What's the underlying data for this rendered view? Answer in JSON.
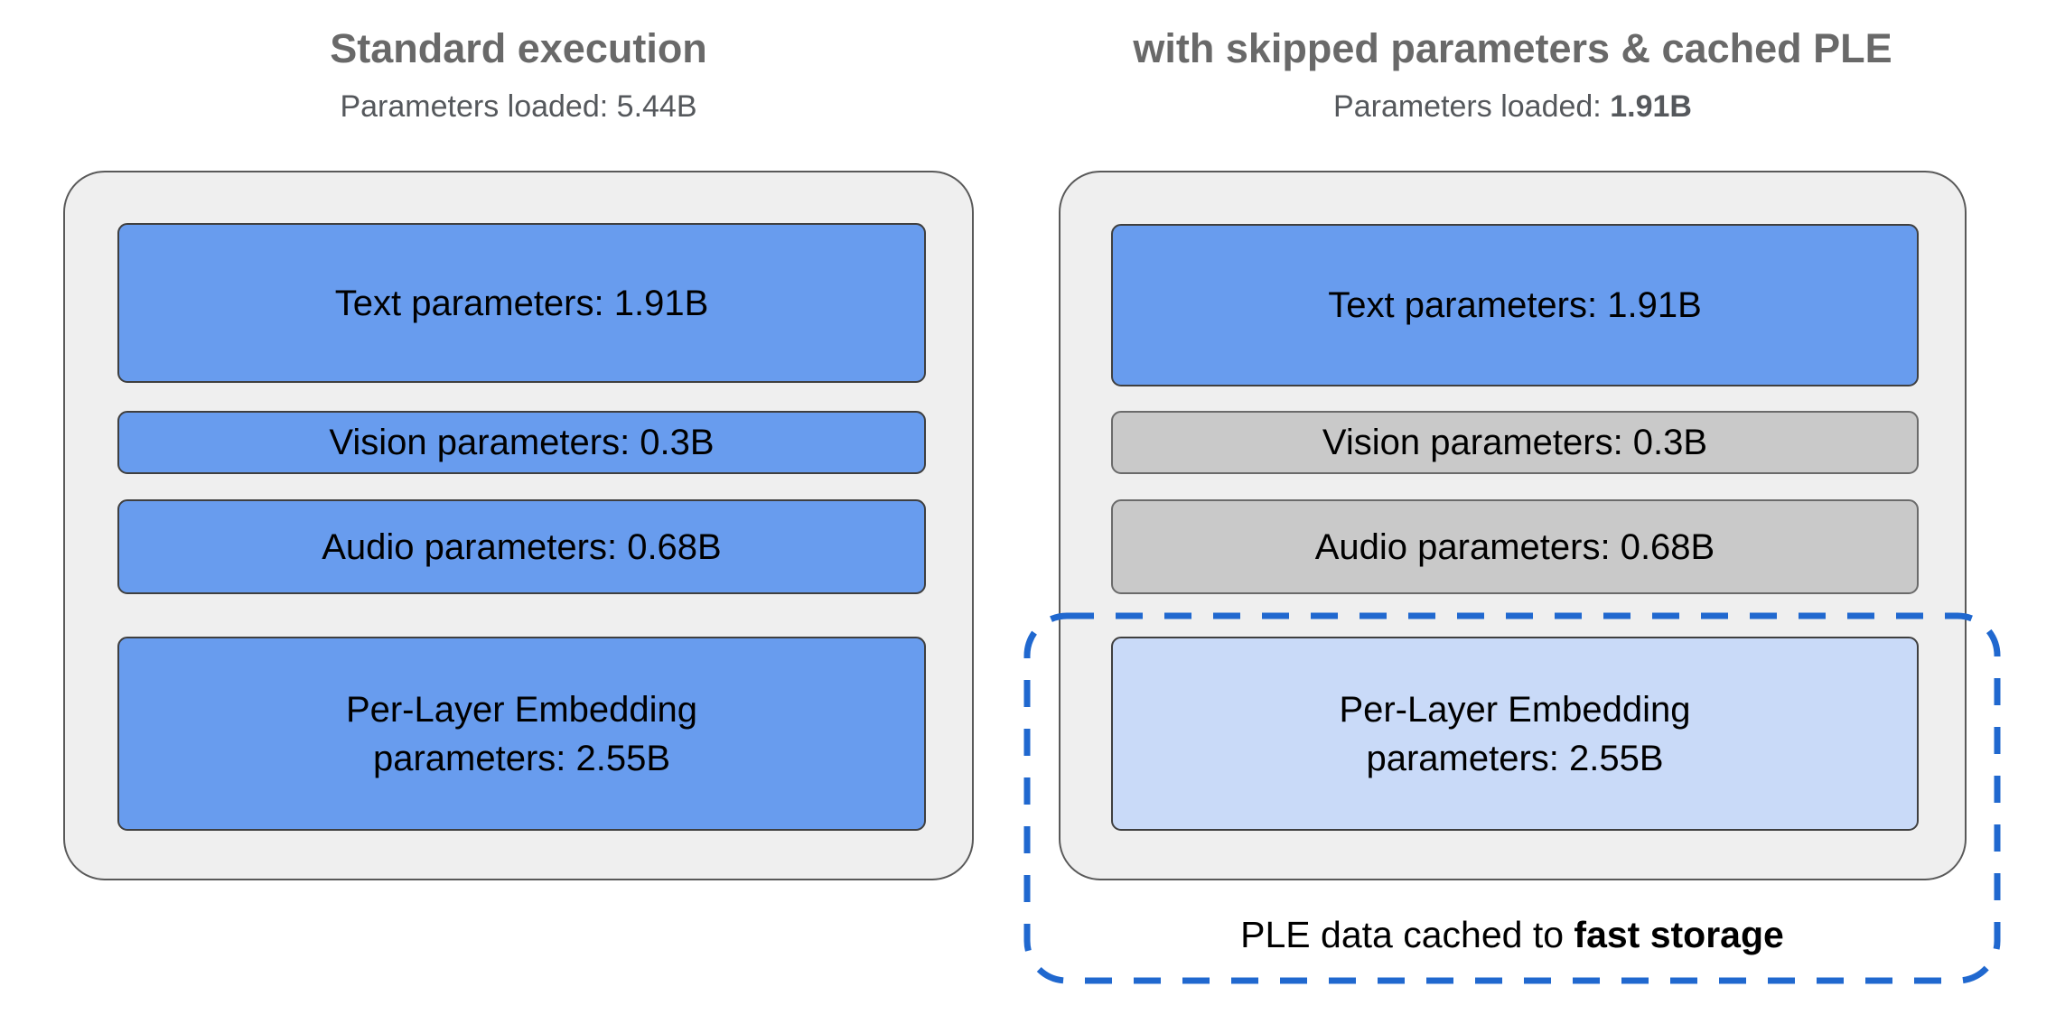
{
  "colors": {
    "container_fill": "#efefef",
    "container_border": "#595959",
    "box_blue": "#689cee",
    "box_gray": "#c9c9c9",
    "box_lightblue": "#c9daf8",
    "dashed_accent": "#2068cf",
    "title_gray": "#696969",
    "subtitle_gray": "#55585c",
    "box_text": "#000000"
  },
  "left_panel": {
    "title": "Standard execution",
    "subtitle_label": "Parameters loaded:",
    "subtitle_value": "5.44B",
    "boxes": [
      {
        "label": "Text parameters: 1.91B"
      },
      {
        "label": "Vision parameters: 0.3B"
      },
      {
        "label": "Audio parameters: 0.68B"
      },
      {
        "label": "Per-Layer Embedding parameters: 2.55B"
      }
    ]
  },
  "right_panel": {
    "title": "with skipped parameters & cached PLE",
    "subtitle_label": "Parameters loaded:",
    "subtitle_value": "1.91B",
    "boxes": [
      {
        "label": "Text parameters: 1.91B"
      },
      {
        "label": "Vision parameters: 0.3B"
      },
      {
        "label": "Audio parameters: 0.68B"
      },
      {
        "label": "Per-Layer Embedding parameters: 2.55B"
      }
    ],
    "caption_regular": "PLE data cached to ",
    "caption_bold": "fast storage"
  }
}
